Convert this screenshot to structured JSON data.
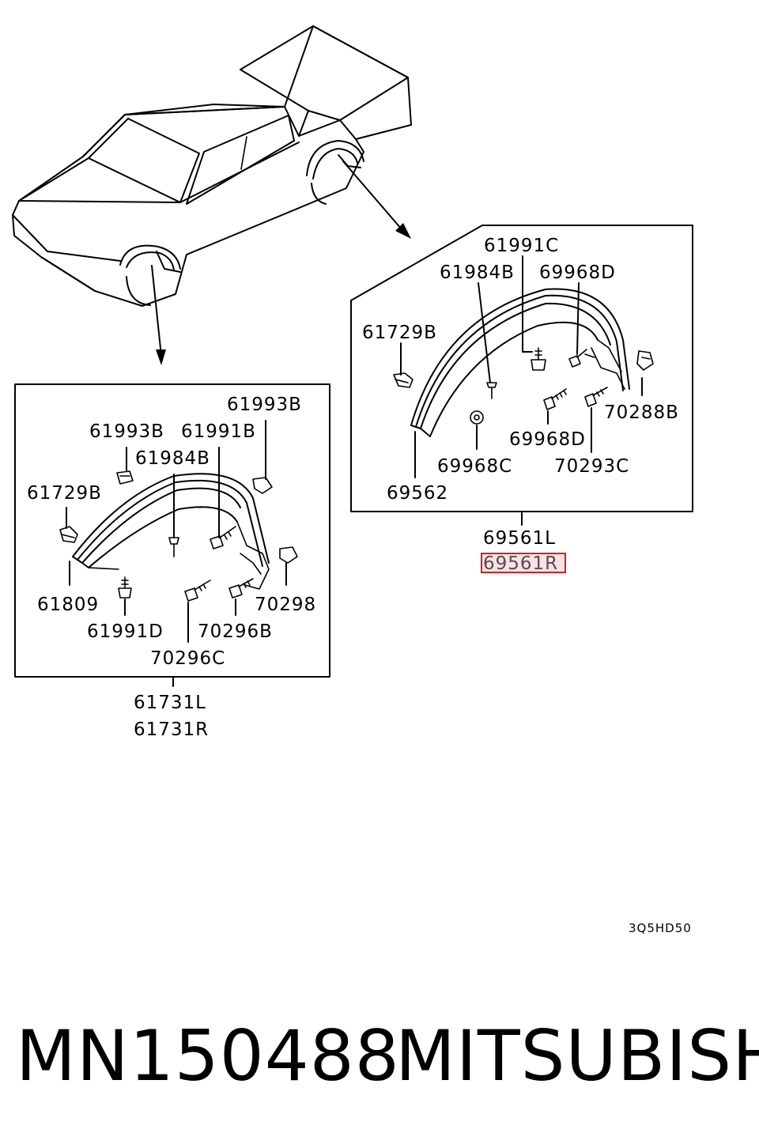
{
  "diagram_code": "3Q5HD50",
  "footer": {
    "part_number": "MN150488",
    "brand": "MITSUBISHI"
  },
  "highlight_color": "#d22020",
  "highlighted_label": "69561R",
  "front_panel": {
    "labels": {
      "p61993b_top": "61993B",
      "p61993b_left": "61993B",
      "p61991b": "61991B",
      "p61984b": "61984B",
      "p61729b": "61729B",
      "p61809": "61809",
      "p61991d": "61991D",
      "p70296b": "70296B",
      "p70296c": "70296C",
      "p70298": "70298"
    },
    "assembly": [
      "61731L",
      "61731R"
    ]
  },
  "rear_panel": {
    "labels": {
      "p61991c": "61991C",
      "p61984b": "61984B",
      "p69968d_top": "69968D",
      "p61729b": "61729B",
      "p70288b": "70288B",
      "p69968d_mid": "69968D",
      "p69968c": "69968C",
      "p70293c": "70293C",
      "p69562": "69562"
    },
    "assembly": [
      "69561L",
      "69561R"
    ]
  }
}
